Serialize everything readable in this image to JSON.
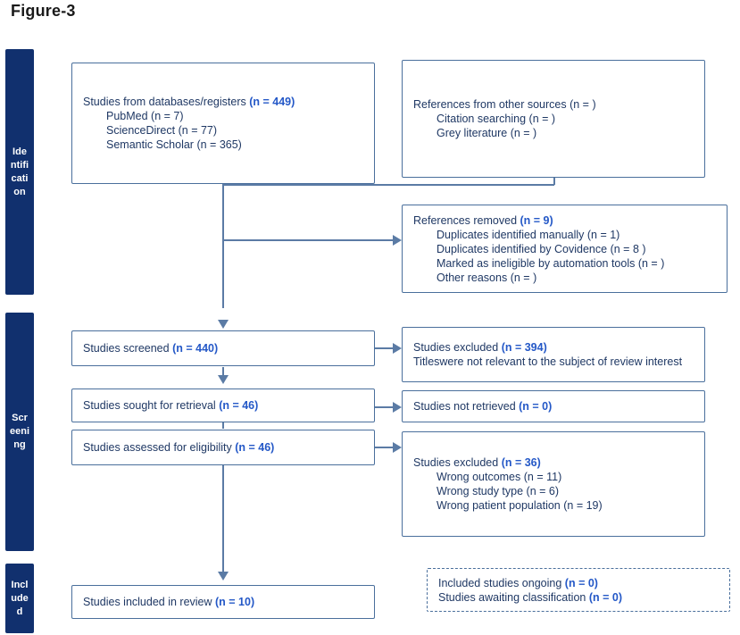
{
  "figure": {
    "title": "Figure-3"
  },
  "colors": {
    "stage_bar_fill": "#11306e",
    "stage_bar_text": "#ffffff",
    "box_border": "#4a6f9c",
    "box_text": "#1f3864",
    "count_text": "#2458c7",
    "connector": "#5b7ba5",
    "background": "#ffffff"
  },
  "stages": [
    {
      "name": "identification",
      "label": "Identification"
    },
    {
      "name": "screening",
      "label": "Screening"
    },
    {
      "name": "included",
      "label": "Included"
    }
  ],
  "boxes": {
    "databases": {
      "title": "Studies from databases/registers",
      "title_count": "(n = 449)",
      "items": [
        {
          "label": "PubMed",
          "count": "(n = 7)"
        },
        {
          "label": "ScienceDirect",
          "count": "(n = 77)"
        },
        {
          "label": "Semantic Scholar",
          "count": "(n = 365)"
        }
      ]
    },
    "other_sources": {
      "title": "References from other sources",
      "title_count": "(n = )",
      "items": [
        {
          "label": "Citation searching",
          "count": "(n = )"
        },
        {
          "label": "Grey literature",
          "count": "(n = )"
        }
      ]
    },
    "references_removed": {
      "title": "References removed",
      "title_count": "(n = 9)",
      "items": [
        {
          "label": "Duplicates identified manually",
          "count": "(n = 1)"
        },
        {
          "label": "Duplicates identified by Covidence",
          "count": "(n = 8 )"
        },
        {
          "label": "Marked as ineligible by automation tools",
          "count": "(n = )"
        },
        {
          "label": "Other reasons",
          "count": "(n = )"
        }
      ]
    },
    "screened": {
      "title": "Studies screened",
      "title_count": "(n = 440)"
    },
    "excluded_screened": {
      "title": "Studies excluded",
      "title_count": "(n = 394)",
      "reason": "Titleswere not relevant to the subject of review interest"
    },
    "sought_retrieval": {
      "title": "Studies sought for retrieval",
      "title_count": "(n = 46)"
    },
    "not_retrieved": {
      "title": "Studies not retrieved",
      "title_count": "(n = 0)"
    },
    "assessed_eligibility": {
      "title": "Studies assessed for eligibility",
      "title_count": "(n = 46)"
    },
    "excluded_eligibility": {
      "title": "Studies excluded",
      "title_count": "(n = 36)",
      "items": [
        {
          "label": "Wrong outcomes",
          "count": "(n = 11)"
        },
        {
          "label": "Wrong study type",
          "count": "(n = 6)"
        },
        {
          "label": "Wrong patient population",
          "count": "(n = 19)"
        }
      ]
    },
    "included_review": {
      "title": "Studies included in review",
      "title_count": "(n = 10)"
    },
    "ongoing_awaiting": {
      "line1_label": "Included studies ongoing",
      "line1_count": "(n = 0)",
      "line2_label": "Studies awaiting classification",
      "line2_count": "(n = 0)"
    }
  }
}
